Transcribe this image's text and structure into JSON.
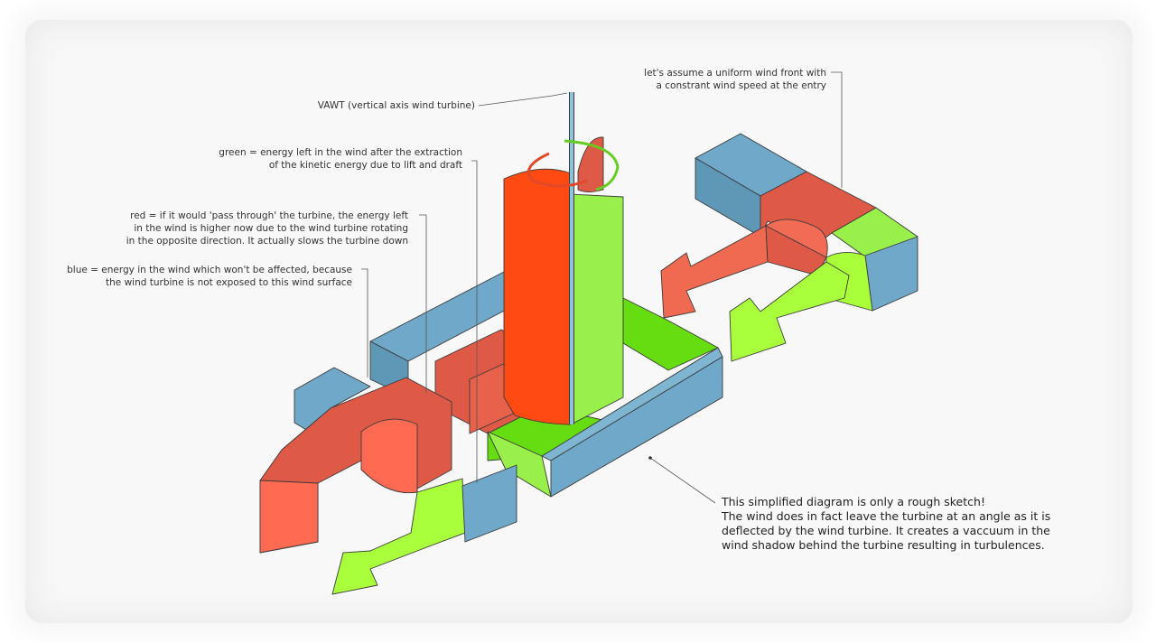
{
  "annotations": {
    "vawt": "VAWT (vertical axis wind turbine)",
    "green": [
      "green = energy left in the wind after the extraction",
      "of the kinetic energy due to lift and draft"
    ],
    "red": [
      "red = if it would 'pass through' the turbine, the energy left",
      "in the wind is higher now due to the wind turbine rotating",
      "in the opposite direction. It actually slows the turbine down"
    ],
    "blue": [
      "blue = energy in the wind which won't be affected, because",
      "the wind turbine is not exposed to this wind surface"
    ],
    "entry": [
      "let's assume a uniform wind front with",
      "a constrant wind speed at the entry"
    ],
    "note": [
      "This simplified diagram is only a rough sketch!",
      "The wind does in fact leave the turbine at an angle as it is",
      "deflected by the wind turbine. It creates a vaccuum in the",
      "wind shadow behind the turbine resulting in turbulences."
    ]
  },
  "colors": {
    "blue": "#6fa8c8",
    "red": "#df5a46",
    "red_light": "#f06a52",
    "orange": "#ff4a12",
    "green": "#99f04a",
    "green_light": "#aaff3c",
    "shaft": "#8cc3dc"
  }
}
